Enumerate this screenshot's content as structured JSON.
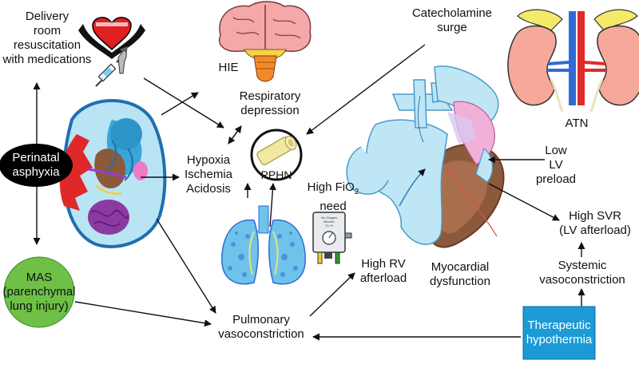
{
  "labels": {
    "delivery": [
      "Delivery",
      "room",
      "resuscitation",
      "with medications"
    ],
    "hie": "HIE",
    "respiratory": [
      "Respiratory",
      "depression"
    ],
    "catecholamine": [
      "Catecholamine",
      "surge"
    ],
    "atn": "ATN",
    "perinatal": [
      "Perinatal",
      "asphyxia"
    ],
    "hypoxia": [
      "Hypoxia",
      "Ischemia",
      "Acidosis"
    ],
    "pphn": "PPHN",
    "fio2": {
      "prefix": "High FiO",
      "sub": "2",
      "line2": "need"
    },
    "blender": [
      "Air-Oxygen",
      "Blender",
      "O₂ %"
    ],
    "low_lv": [
      "Low",
      "LV",
      "preload"
    ],
    "high_svr": [
      "High SVR",
      "(LV afterload)"
    ],
    "high_rv": [
      "High RV",
      "afterload"
    ],
    "myocardial": [
      "Myocardial",
      "dysfunction"
    ],
    "systemic": [
      "Systemic",
      "vasoconstriction"
    ],
    "mas": [
      "MAS",
      "(parenchymal",
      "lung injury)"
    ],
    "pulmonary": [
      "Pulmonary",
      "vasoconstriction"
    ],
    "hypothermia": [
      "Therapeutic",
      "hypothermia"
    ]
  },
  "colors": {
    "perinatal_fill": "#000000",
    "mas_fill": "#6ec046",
    "hypothermia_fill": "#1b9ad6",
    "uterus_fill": "#b9e4f4",
    "heart_muscle": "#8b5a3c",
    "vessel": "#bfe6f5",
    "kidney": "#f6a99a",
    "adrenal": "#f4ea6a",
    "lung": "#6fc3ea",
    "brain": "#f4a8a8"
  }
}
